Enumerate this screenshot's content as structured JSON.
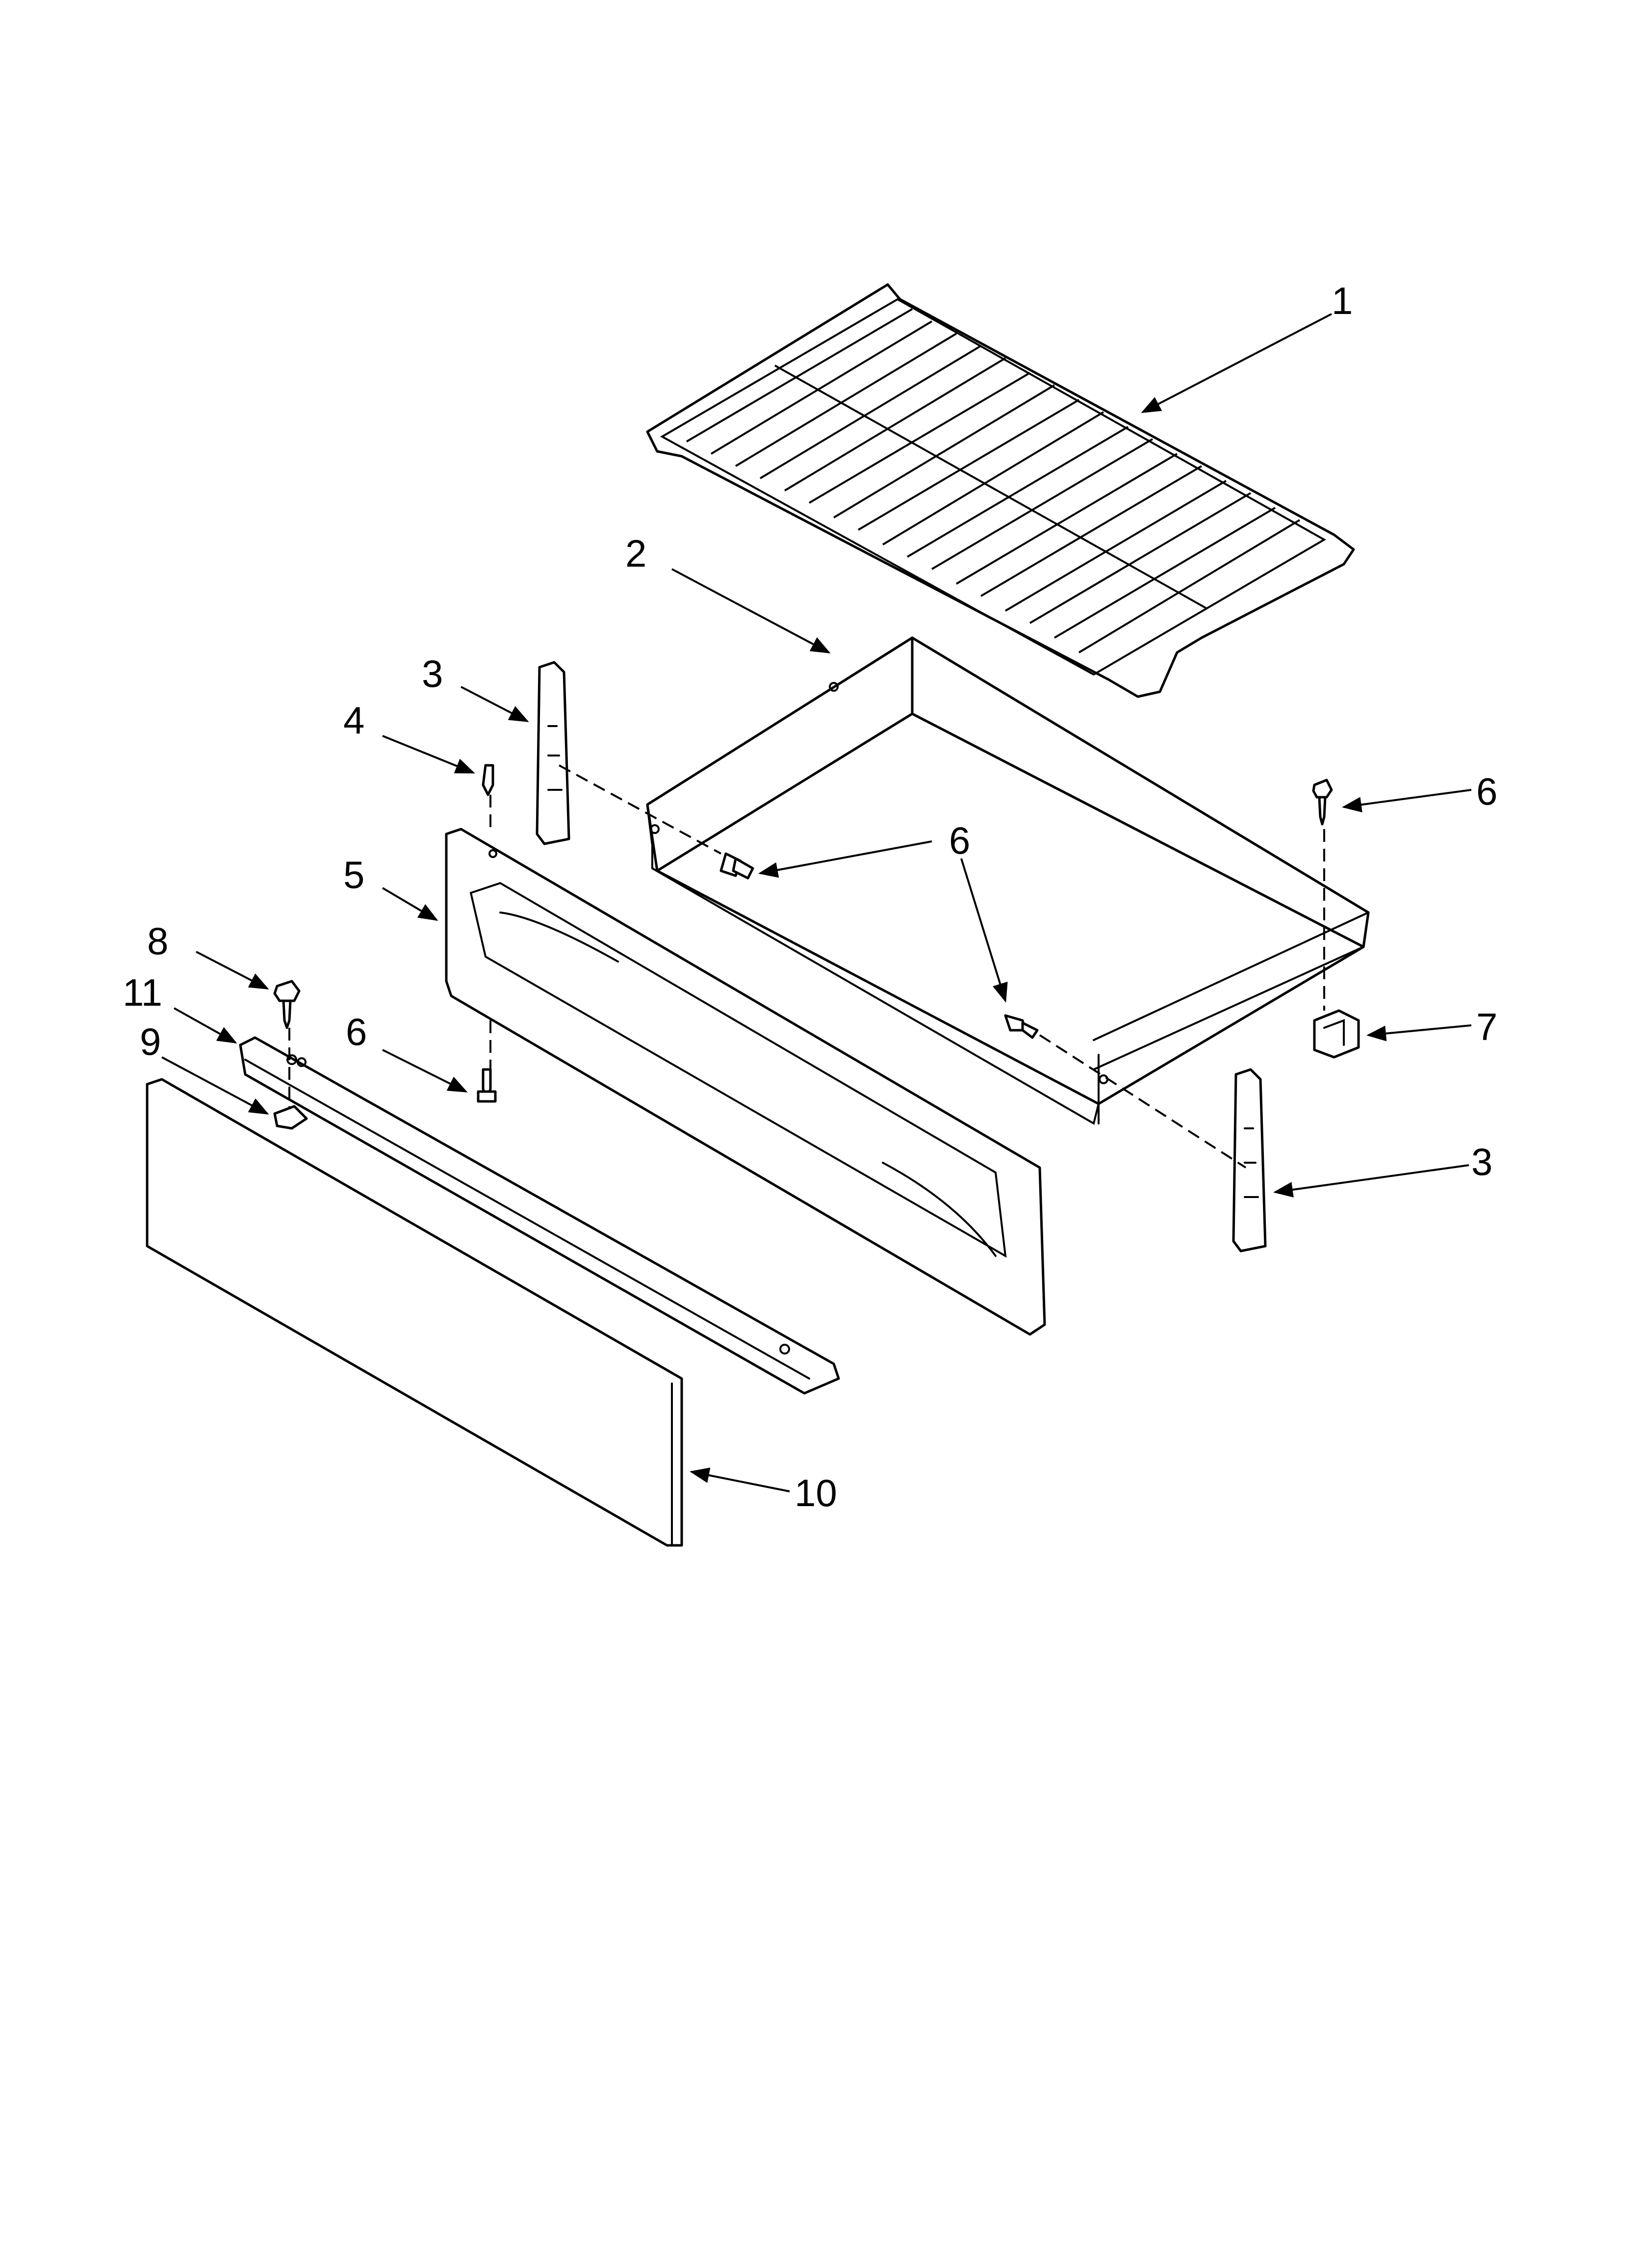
{
  "callouts": {
    "c1": "1",
    "c2": "2",
    "c3a": "3",
    "c3b": "3",
    "c4": "4",
    "c5": "5",
    "c6a": "6",
    "c6b": "6",
    "c6c": "6",
    "c6d": "6",
    "c7": "7",
    "c8": "8",
    "c9": "9",
    "c10": "10",
    "c11": "11"
  },
  "colors": {
    "line": "#000000",
    "background": "#ffffff"
  }
}
